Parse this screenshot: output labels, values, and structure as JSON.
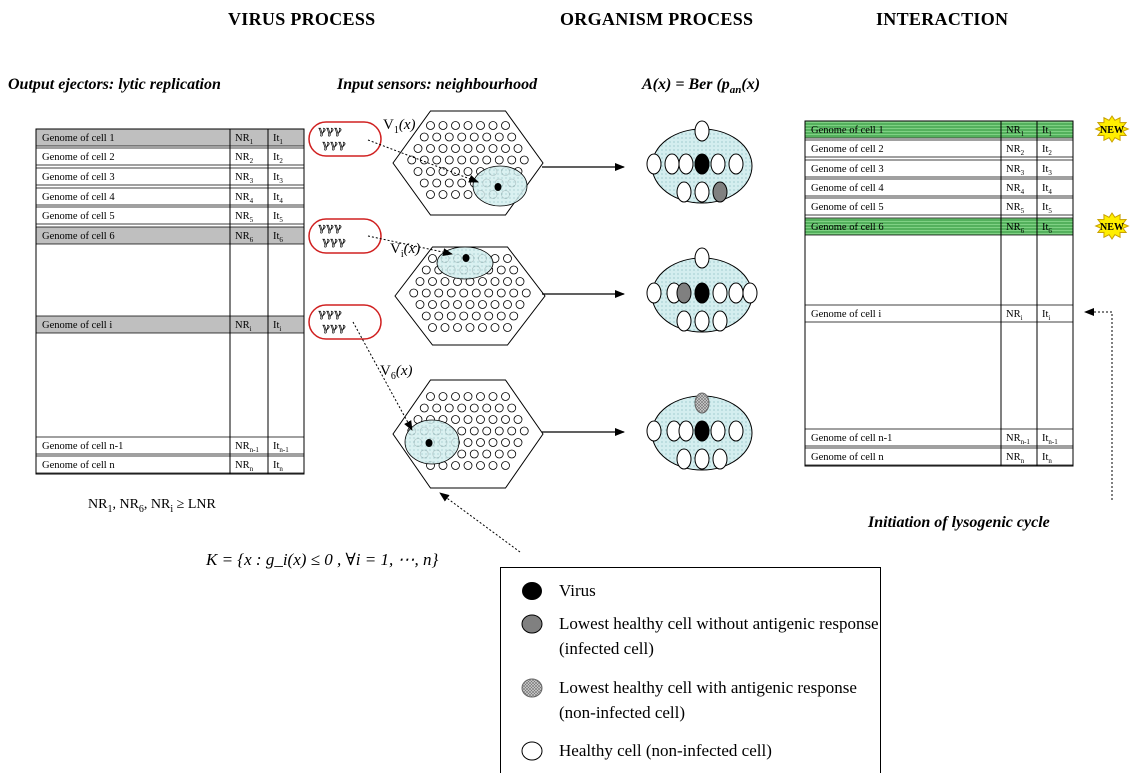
{
  "headers": {
    "virus_process": "VIRUS PROCESS",
    "organism_process": "ORGANISM PROCESS",
    "interaction": "INTERACTION"
  },
  "subheaders": {
    "output_ejectors": "Output ejectors: lytic replication",
    "input_sensors": "Input sensors: neighbourhood",
    "bernoulli_prefix": "A(x) = Ber (p",
    "bernoulli_sub": "an",
    "bernoulli_suffix": "(x)"
  },
  "left_table": {
    "rows": [
      {
        "name": "Genome of cell 1",
        "nr": "NR",
        "nr_sub": "1",
        "it": "It",
        "it_sub": "1",
        "highlight": true
      },
      {
        "name": "Genome of cell 2",
        "nr": "NR",
        "nr_sub": "2",
        "it": "It",
        "it_sub": "2",
        "highlight": false
      },
      {
        "name": "Genome of cell 3",
        "nr": "NR",
        "nr_sub": "3",
        "it": "It",
        "it_sub": "3",
        "highlight": false
      },
      {
        "name": "Genome of cell 4",
        "nr": "NR",
        "nr_sub": "4",
        "it": "It",
        "it_sub": "4",
        "highlight": false
      },
      {
        "name": "Genome of cell 5",
        "nr": "NR",
        "nr_sub": "5",
        "it": "It",
        "it_sub": "5",
        "highlight": false
      },
      {
        "name": "Genome of cell 6",
        "nr": "NR",
        "nr_sub": "6",
        "it": "It",
        "it_sub": "6",
        "highlight": true
      },
      {
        "name": "Genome of cell i",
        "nr": "NR",
        "nr_sub": "i",
        "it": "It",
        "it_sub": "i",
        "highlight": true
      },
      {
        "name": "Genome of cell n-1",
        "nr": "NR",
        "nr_sub": "n-1",
        "it": "It",
        "it_sub": "n-1",
        "highlight": false
      },
      {
        "name": "Genome of cell n",
        "nr": "NR",
        "nr_sub": "n",
        "it": "It",
        "it_sub": "n",
        "highlight": false
      }
    ]
  },
  "right_table": {
    "rows": [
      {
        "name": "Genome of cell 1",
        "nr": "NR",
        "nr_sub": "1",
        "it": "It",
        "it_sub": "1",
        "new": true
      },
      {
        "name": "Genome of cell 2",
        "nr": "NR",
        "nr_sub": "2",
        "it": "It",
        "it_sub": "2",
        "new": false
      },
      {
        "name": "Genome of cell 3",
        "nr": "NR",
        "nr_sub": "3",
        "it": "It",
        "it_sub": "3",
        "new": false
      },
      {
        "name": "Genome of cell 4",
        "nr": "NR",
        "nr_sub": "4",
        "it": "It",
        "it_sub": "4",
        "new": false
      },
      {
        "name": "Genome of cell 5",
        "nr": "NR",
        "nr_sub": "5",
        "it": "It",
        "it_sub": "5",
        "new": false
      },
      {
        "name": "Genome of cell 6",
        "nr": "NR",
        "nr_sub": "6",
        "it": "It",
        "it_sub": "6",
        "new": true
      },
      {
        "name": "Genome of cell i",
        "nr": "NR",
        "nr_sub": "i",
        "it": "It",
        "it_sub": "i",
        "new": false
      },
      {
        "name": "Genome of cell n-1",
        "nr": "NR",
        "nr_sub": "n-1",
        "it": "It",
        "it_sub": "n-1",
        "new": false
      },
      {
        "name": "Genome of cell n",
        "nr": "NR",
        "nr_sub": "n",
        "it": "It",
        "it_sub": "n",
        "new": false
      }
    ],
    "new_badge": "NEW",
    "highlight_color": "#3cb94a"
  },
  "neighbourhoods": [
    {
      "label": "V",
      "sub": "1",
      "arg": "(x)"
    },
    {
      "label": "V",
      "sub": "i",
      "arg": "(x)"
    },
    {
      "label": "V",
      "sub": "6",
      "arg": "(x)"
    }
  ],
  "condition": {
    "prefix": "NR",
    "subs": [
      "1",
      "6",
      "i"
    ],
    "suffix": "≥ LNR"
  },
  "constraint": "K = {x : g_i(x) ≤ 0 ,  ∀i = 1, ⋯, n}",
  "lysogenic": "Initiation of lysogenic cycle",
  "legend": {
    "items": [
      {
        "icon": "virus-icon",
        "text": "Virus"
      },
      {
        "icon": "infected-cell-icon",
        "text": "Lowest healthy cell without antigenic response\n(infected cell)"
      },
      {
        "icon": "antigenic-cell-icon",
        "text": "Lowest healthy cell with antigenic response\n(non-infected cell)"
      },
      {
        "icon": "healthy-cell-icon",
        "text": "Healthy cell (non-infected cell)"
      }
    ]
  },
  "colors": {
    "zone_fill": "#cfe9ea",
    "infected": "#808080",
    "virus": "#000000",
    "header_row": "#bfbfbf",
    "capsule_stroke": "#d02020",
    "badge": "#ffee00"
  }
}
